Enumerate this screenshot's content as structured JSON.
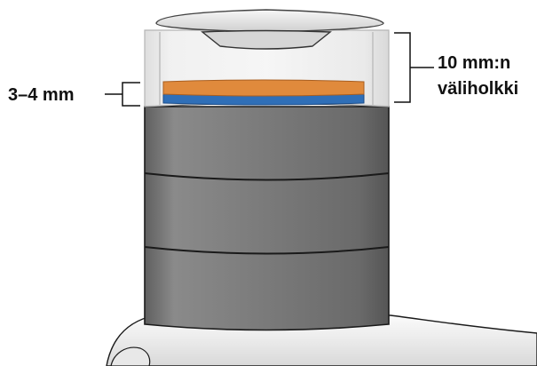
{
  "labels": {
    "headset_spacer_line1": "10 mm:n",
    "headset_spacer_line2": "väliholkki",
    "gap_measure": "3–4 mm"
  },
  "colors": {
    "orange_spacer": "#e08a3c",
    "blue_spacer": "#2f6fb8",
    "steerer_gray": "#7d7d7d",
    "top_cap": "#e6e6e6",
    "frame_white": "#f2f2f2",
    "outline": "#1a1a1a"
  }
}
